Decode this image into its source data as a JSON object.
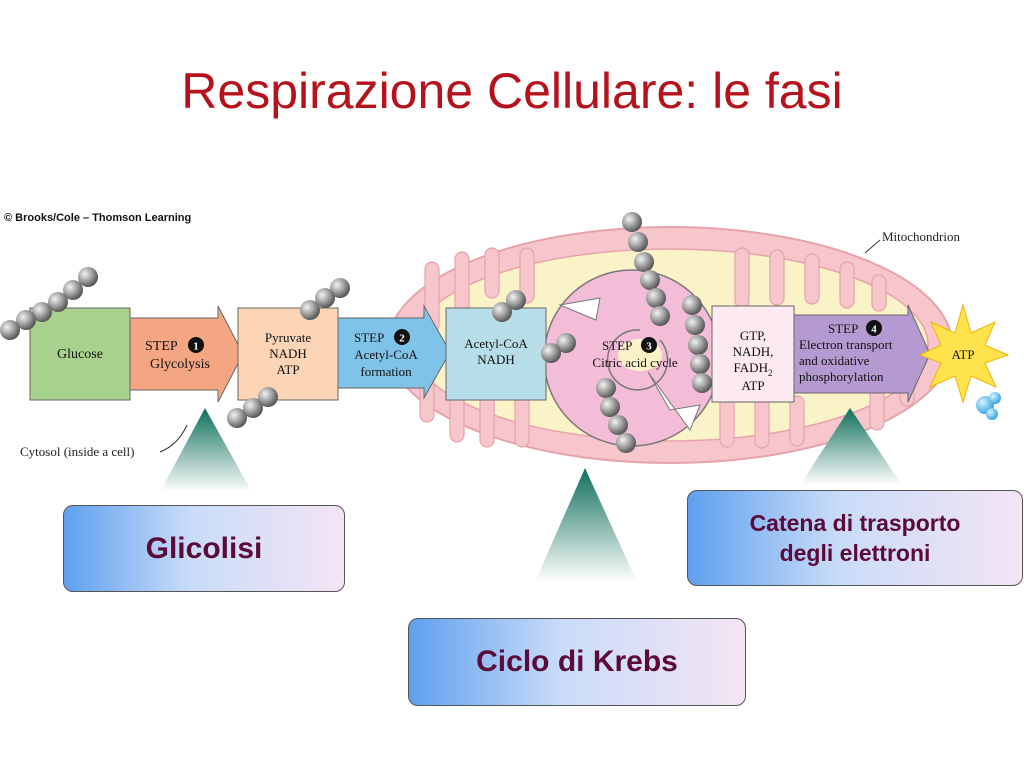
{
  "title": "Respirazione Cellulare: le fasi",
  "copyright": "© Brooks/Cole – Thomson Learning",
  "diagram": {
    "glucose": "Glucose",
    "step1": {
      "label": "STEP",
      "num": "1",
      "name": "Glycolysis"
    },
    "pyruvate": [
      "Pyruvate",
      "NADH",
      "ATP"
    ],
    "step2": {
      "label": "STEP",
      "num": "2",
      "name1": "Acetyl-CoA",
      "name2": "formation"
    },
    "acetyl": [
      "Acetyl-CoA",
      "NADH"
    ],
    "step3": {
      "label": "STEP",
      "num": "3",
      "name": "Citric acid cycle"
    },
    "products": {
      "l1": "GTP,",
      "l2": "NADH,",
      "l3": "FADH",
      "l3sub": "2",
      "l4": "ATP"
    },
    "step4": {
      "label": "STEP",
      "num": "4",
      "l1": "Electron transport",
      "l2": "and oxidative",
      "l3": "phosphorylation"
    },
    "atp": "ATP",
    "mitochondrion": "Mitochondrion",
    "cytosol": "Cytosol (inside a cell)"
  },
  "labels": {
    "glicolisi": "Glicolisi",
    "krebs": "Ciclo di Krebs",
    "etc_line1": "Catena di trasporto",
    "etc_line2": "degli elettroni"
  },
  "colors": {
    "title": "#b5121b",
    "glucose_box": "#a9d18e",
    "step1_arrow": "#f4a582",
    "pyruvate_box": "#fbd5b5",
    "step2_arrow": "#7fc3e8",
    "acetyl_box": "#b7dde8",
    "mitochondrion": "#f7c6cc",
    "krebs_cycle": "#f3bcd7",
    "products_box": "#fde9f0",
    "step4_arrow": "#b49ad1",
    "atp_burst": "#ffe34d"
  }
}
